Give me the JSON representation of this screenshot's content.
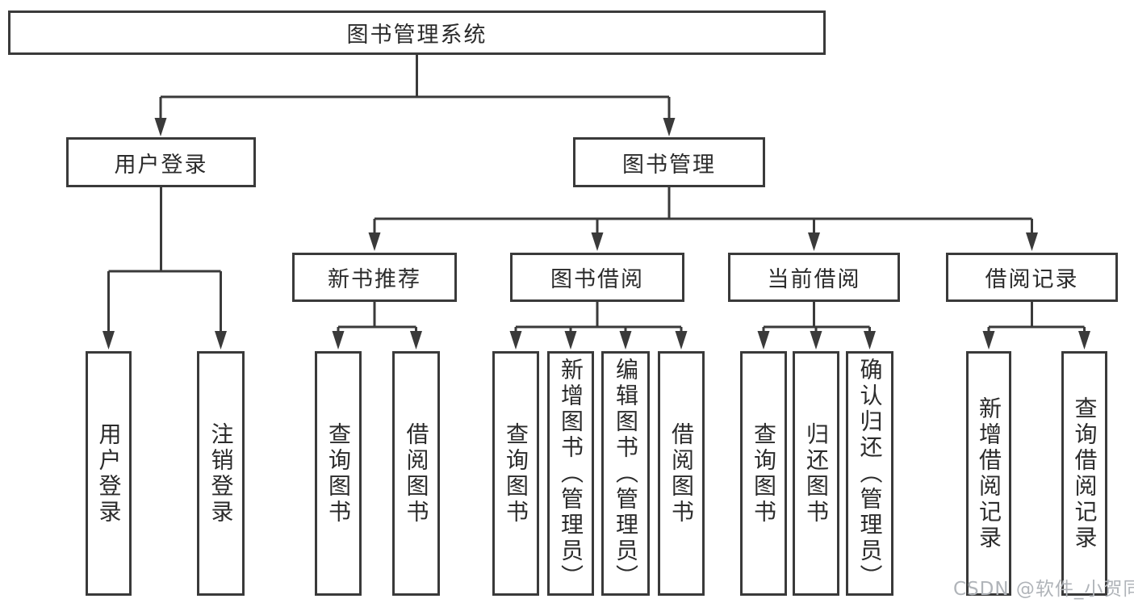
{
  "diagram": {
    "title": "图书管理系统",
    "watermark": "CSDN @软件_小贺同学",
    "colors": {
      "background": "#ffffff",
      "border": "#3a3a3a",
      "line": "#3a3a3a",
      "text": "#2b2b2b",
      "watermark": "#b0b4b9"
    },
    "nodes": {
      "root": {
        "label": "图书管理系统"
      },
      "user_login": {
        "label": "用户登录"
      },
      "book_mgmt": {
        "label": "图书管理"
      },
      "new_book_rec": {
        "label": "新书推荐"
      },
      "book_borrow": {
        "label": "图书借阅"
      },
      "current_borrow": {
        "label": "当前借阅"
      },
      "borrow_records": {
        "label": "借阅记录"
      },
      "leaf_user_login": {
        "label": "用户登录"
      },
      "leaf_logout": {
        "label": "注销登录"
      },
      "leaf_nbr_query": {
        "label": "查询图书"
      },
      "leaf_nbr_borrow": {
        "label": "借阅图书"
      },
      "leaf_bb_query": {
        "label": "查询图书"
      },
      "leaf_bb_add": {
        "label": "新增图书（管理员）"
      },
      "leaf_bb_edit": {
        "label": "编辑图书（管理员）"
      },
      "leaf_bb_borrow": {
        "label": "借阅图书"
      },
      "leaf_cb_query": {
        "label": "查询图书"
      },
      "leaf_cb_return": {
        "label": "归还图书"
      },
      "leaf_cb_confirm": {
        "label": "确认归还（管理员）"
      },
      "leaf_br_add": {
        "label": "新增借阅记录"
      },
      "leaf_br_query": {
        "label": "查询借阅记录"
      }
    },
    "hierarchy": [
      {
        "parent": "图书管理系统",
        "children": [
          "用户登录",
          "图书管理"
        ]
      },
      {
        "parent": "用户登录",
        "children": [
          "用户登录",
          "注销登录"
        ]
      },
      {
        "parent": "图书管理",
        "children": [
          "新书推荐",
          "图书借阅",
          "当前借阅",
          "借阅记录"
        ]
      },
      {
        "parent": "新书推荐",
        "children": [
          "查询图书",
          "借阅图书"
        ]
      },
      {
        "parent": "图书借阅",
        "children": [
          "查询图书",
          "新增图书（管理员）",
          "编辑图书（管理员）",
          "借阅图书"
        ]
      },
      {
        "parent": "当前借阅",
        "children": [
          "查询图书",
          "归还图书",
          "确认归还（管理员）"
        ]
      },
      {
        "parent": "借阅记录",
        "children": [
          "新增借阅记录",
          "查询借阅记录"
        ]
      }
    ]
  }
}
